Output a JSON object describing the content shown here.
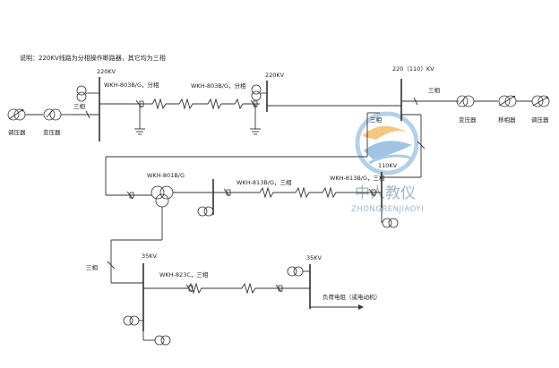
{
  "note": "说明：220KV线路为分相操作断路器，其它均为三相",
  "labels": {
    "v220_left": "220KV",
    "v220_mid": "220KV",
    "v220_110": "220（110）KV",
    "v110": "110KV",
    "v35_left": "35KV",
    "v35_right": "35KV",
    "phase_left": "三相",
    "phase_right_top": "三相",
    "phase_right_mid": "三相",
    "phase_bottom_left": "三相",
    "dev_regulator_left": "调压器",
    "dev_transformer_left": "变压器",
    "dev_transformer_right": "变压器",
    "dev_phaseshifter": "移相器",
    "dev_regulator_right": "调压器",
    "brk_1": "WKH-803B/G，分相",
    "brk_2": "WKH-803B/G，分相",
    "brk_3": "WKH-801B/G",
    "brk_4": "WKH-813B/G，三相",
    "brk_5": "WKH-813B/G，三相",
    "brk_6": "WKH-823C，三相",
    "load": "负荷电阻（或电动机）"
  },
  "watermark": {
    "cn": "中人教仪",
    "en": "ZHONGRENJIAOYI"
  },
  "colors": {
    "line": "#333333",
    "watermark_blue": "#4a90c8",
    "watermark_orange": "#f0a030"
  }
}
